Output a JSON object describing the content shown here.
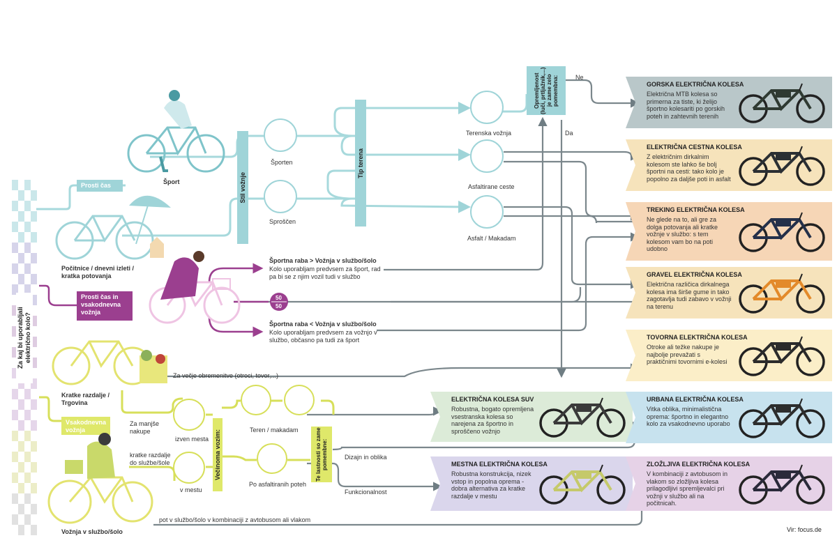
{
  "question": "Za kaj bi uporabljali električno kolo?",
  "source": "Vir: focus.de",
  "usage": {
    "prosti_cas": "Prosti čas",
    "mixed": "Prosti čas in vsakodnevna vožnja",
    "vsakodnevna": "Vsakodnevna vožnja"
  },
  "riders": {
    "sport": "Šport",
    "pocitnice": "Počitnice / dnevni izleti / kratka potovanja",
    "kratke": "Kratke razdalje / Trgovina",
    "voznja": "Vožnja v službo/šolo"
  },
  "stil": {
    "bar": "Stil vožnje",
    "sporten": "Športen",
    "sproscen": "Sproščen"
  },
  "tip": {
    "bar": "Tip terena",
    "terenska": "Terenska vožnja",
    "asfaltirane": "Asfaltirane ceste",
    "asfalt_makadam": "Asfalt / Makadam"
  },
  "oprema": {
    "bar": "Opremljenost (luči, prtljažnik,...) je zame zelo pomembna:",
    "ne": "Ne",
    "da": "Da"
  },
  "sportna": {
    "more_title": "Športna raba > Vožnja v službo/šolo",
    "more_desc": "Kolo uporabljam predvsem za šport, rad pa bi se z njim vozil tudi v službo",
    "ratio_top": "50",
    "ratio_bottom": "50",
    "less_title": "Športna raba < Vožnja v službo/šolo",
    "less_desc": "Kolo uporabljam predvsem za vožnjo v službo, občasno pa tudi za šport"
  },
  "cargo_note": "Za večje obremenitve (otroci, tovor,...)",
  "manjse": "Za manjše nakupe",
  "kratke_razdalje": "kratke razdalje do službe/šole",
  "izven_mesta": "izven mesta",
  "v_mestu": "v mestu",
  "vecinoma": {
    "bar": "Večinoma vozim:",
    "teren": "Teren / makadam",
    "asfalt": "Po asfaltiranih poteh"
  },
  "lastnosti": {
    "bar": "Te lastnosti so zame pomembne:",
    "dizajn": "Dizajn in oblika",
    "funkcionalnost": "Funkcionalnost"
  },
  "kombinacija": "pot v službo/šolo v kombinaciji z avtobusom ali vlakom",
  "cards": [
    {
      "title": "GORSKA ELEKTRIČNA KOLESA",
      "desc": "Električna MTB kolesa so primerna za tiste, ki želijo športno kolesariti po gorskih poteh in zahtevnih terenih",
      "color": "#b9c7c9"
    },
    {
      "title": "ELEKTRIČNA CESTNA KOLESA",
      "desc": "Z električnim dirkalnim kolesom ste lahko še bolj športni na cesti: tako kolo je popolno za daljše poti in asfalt",
      "color": "#f6e3bb"
    },
    {
      "title": "TREKING ELEKTRIČNA KOLESA",
      "desc": "Ne glede na to, ali gre za dolga potovanja ali kratke vožnje v službo: s tem kolesom vam bo na poti udobno",
      "color": "#f6d6b6"
    },
    {
      "title": "GRAVEL ELEKTRIČNA KOLESA",
      "desc": "Električna različica dirkalnega kolesa ima širše gume in tako zagotavlja tudi zabavo v vožnji na terenu",
      "color": "#f6e3bb"
    },
    {
      "title": "TOVORNA ELEKTRIČNA KOLESA",
      "desc": "Otroke ali težke nakupe je najbolje prevažati s praktičnimi tovornimi e-kolesi",
      "color": "#fbeec8"
    },
    {
      "title": "ELEKTRIČNA KOLESA SUV",
      "desc": "Robustna, bogato opremljena vsestranska kolesa so narejena za športno in sproščeno vožnjo",
      "color": "#dcebd8"
    },
    {
      "title": "URBANA ELEKTRIČNA KOLESA",
      "desc": "Vitka oblika, minimalistična oprema: športno in elegantno kolo za vsakodnevno uporabo",
      "color": "#c7e2ee"
    },
    {
      "title": "MESTNA ELEKTRIČNA KOLESA",
      "desc": "Robustna konstrukcija, nizek vstop in popolna oprema - dobra alternativa za kratke razdalje v mestu",
      "color": "#dad6ec"
    },
    {
      "title": "ZLOŽLJIVA ELEKTRIČNA KOLESA",
      "desc": "V kombinaciji z avtobusom in vlakom so zložljiva kolesa prilagodljivi spremljevalci pri vožnji v službo ali na počitnicah.",
      "color": "#e6d2e7"
    }
  ],
  "colors": {
    "teal": "#9fd4d8",
    "purple": "#9b3f8f",
    "lime": "#dfe86a",
    "gray": "#6f7d83",
    "bike_teal": "#a7d7db",
    "bike_yellow": "#e8e77c",
    "bike_pink": "#efc4e3"
  }
}
